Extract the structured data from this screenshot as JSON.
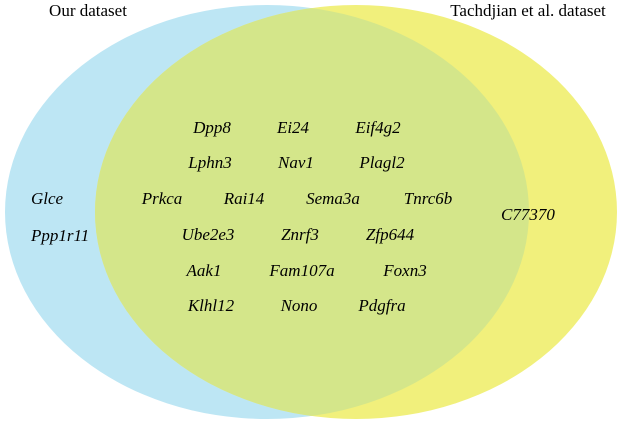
{
  "sets": {
    "left": {
      "label": "Our dataset",
      "color": "#bde6f4"
    },
    "right": {
      "label": "Tachdjian et al. dataset",
      "color": "#f1f07c"
    },
    "overlap_color": "#d4e68a"
  },
  "regions": {
    "left_only": [
      "Glce",
      "Ppp1r11"
    ],
    "right_only": [
      "C77370"
    ],
    "intersection": [
      [
        "Dpp8",
        "Ei24",
        "Eif4g2"
      ],
      [
        "Lphn3",
        "Nav1",
        "Plagl2"
      ],
      [
        "Prkca",
        "Rai14",
        "Sema3a",
        "Tnrc6b"
      ],
      [
        "Ube2e3",
        "Znrf3",
        "Zfp644"
      ],
      [
        "Aak1",
        "Fam107a",
        "Foxn3"
      ],
      [
        "Klhl12",
        "Nono",
        "Pdgfra"
      ]
    ]
  }
}
